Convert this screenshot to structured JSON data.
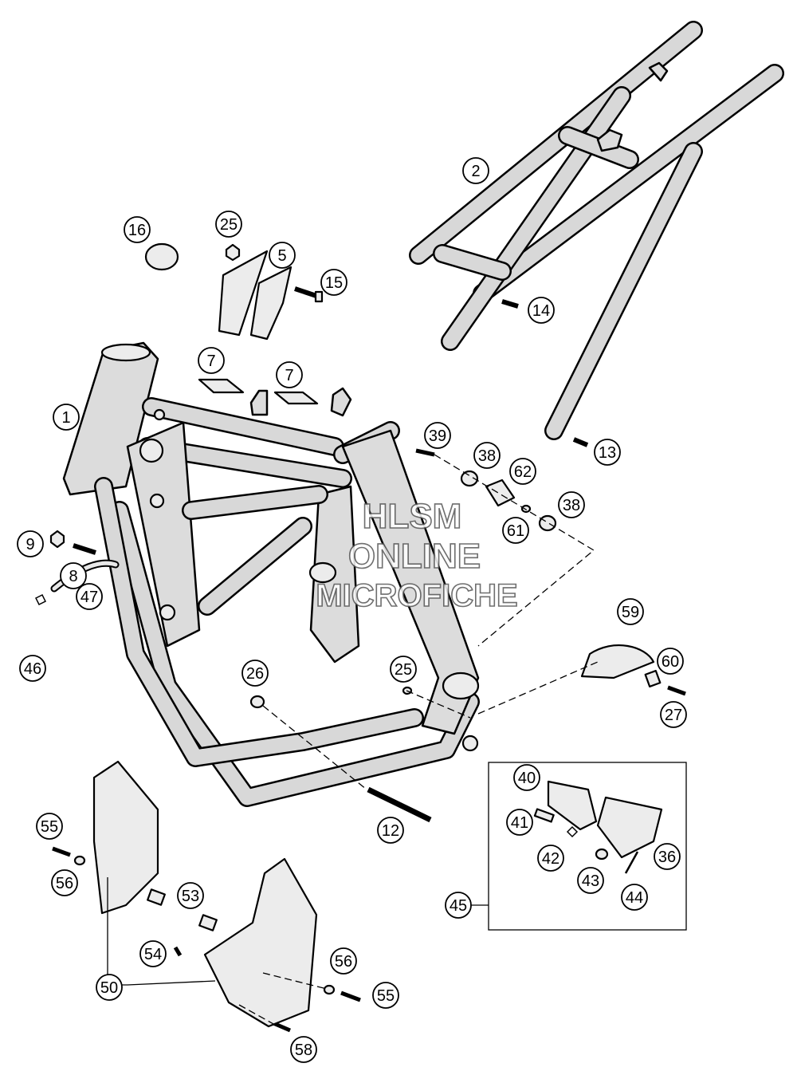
{
  "watermark": {
    "line1": "HLSM",
    "line2": "ONLINE",
    "line3": "MICROFICHE"
  },
  "callouts": [
    {
      "num": "1"
    },
    {
      "num": "2"
    },
    {
      "num": "5"
    },
    {
      "num": "7"
    },
    {
      "num": "7"
    },
    {
      "num": "8"
    },
    {
      "num": "9"
    },
    {
      "num": "12"
    },
    {
      "num": "13"
    },
    {
      "num": "14"
    },
    {
      "num": "15"
    },
    {
      "num": "16"
    },
    {
      "num": "25"
    },
    {
      "num": "25"
    },
    {
      "num": "26"
    },
    {
      "num": "27"
    },
    {
      "num": "36"
    },
    {
      "num": "38"
    },
    {
      "num": "38"
    },
    {
      "num": "39"
    },
    {
      "num": "40"
    },
    {
      "num": "41"
    },
    {
      "num": "42"
    },
    {
      "num": "43"
    },
    {
      "num": "44"
    },
    {
      "num": "45"
    },
    {
      "num": "46"
    },
    {
      "num": "47"
    },
    {
      "num": "50"
    },
    {
      "num": "53"
    },
    {
      "num": "54"
    },
    {
      "num": "55"
    },
    {
      "num": "55"
    },
    {
      "num": "56"
    },
    {
      "num": "56"
    },
    {
      "num": "58"
    },
    {
      "num": "59"
    },
    {
      "num": "60"
    },
    {
      "num": "61"
    },
    {
      "num": "62"
    }
  ]
}
